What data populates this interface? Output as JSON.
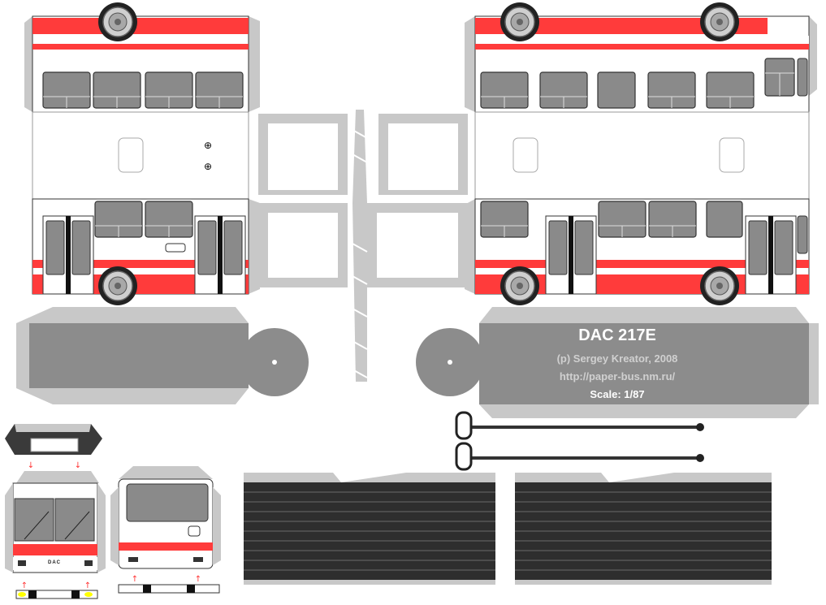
{
  "title": "DAC 217E",
  "author": "(p) Sergey Kreator, 2008",
  "website": "http://paper-bus.nm.ru/",
  "scale": "Scale: 1/87",
  "front_badge": "DAC",
  "colors": {
    "livery_red": "#ff3b3b",
    "body_white": "#ffffff",
    "tab_gray": "#c8c8c8",
    "base_gray": "#8c8c8c",
    "window_gray": "#8a8a8a",
    "tire_black": "#2a2a2a",
    "roof_black": "#3a3a3a"
  }
}
